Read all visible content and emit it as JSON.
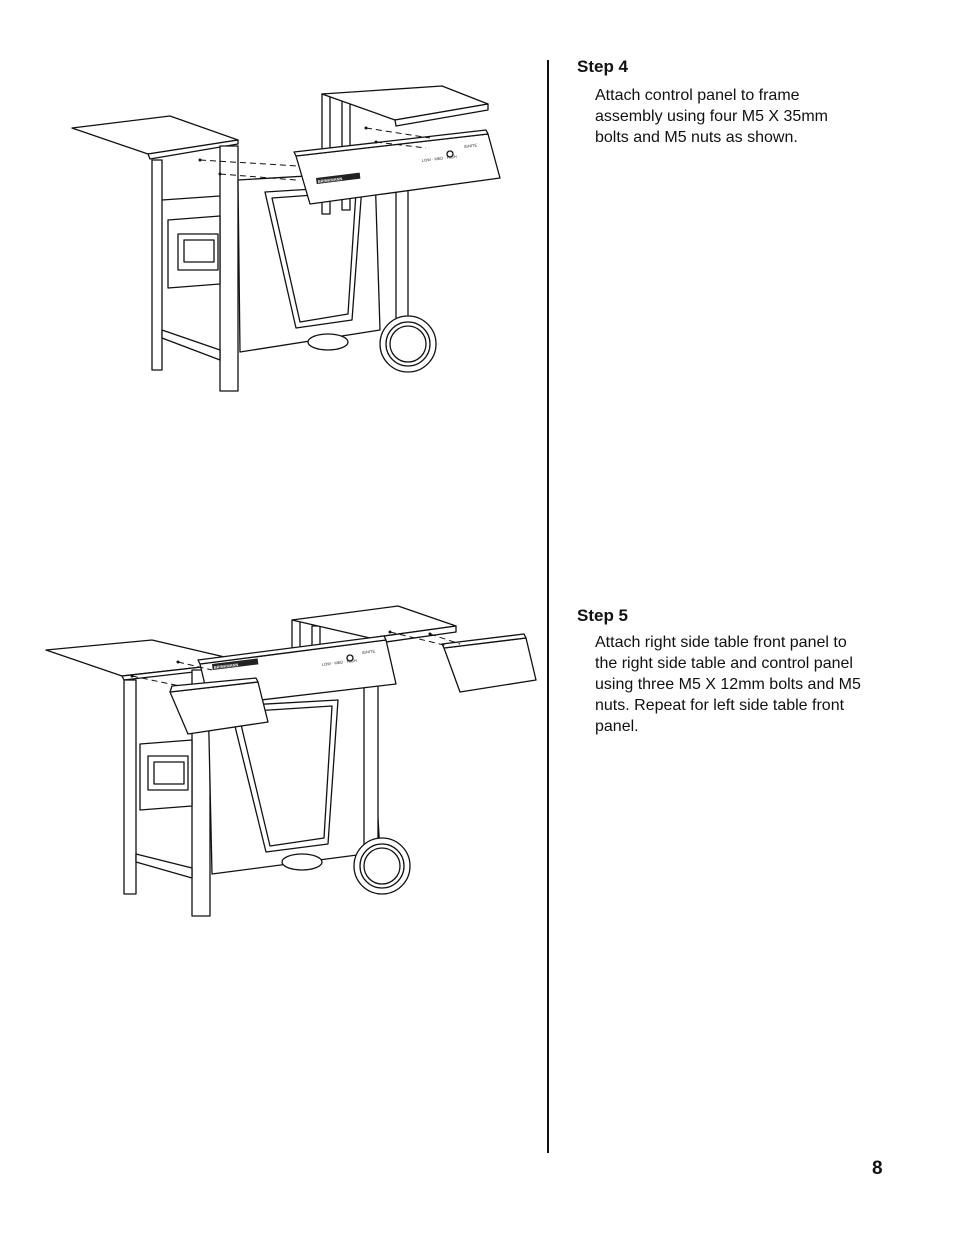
{
  "steps": [
    {
      "title": "Step 4",
      "text": "Attach control panel to frame assembly using four M5 X 35mm bolts and M5 nuts as shown."
    },
    {
      "title": "Step 5",
      "text": "Attach right side table front panel to the right side table and control panel using three M5 X 12mm bolts and M5 nuts. Repeat for left side table front panel."
    }
  ],
  "page_number": "8"
}
